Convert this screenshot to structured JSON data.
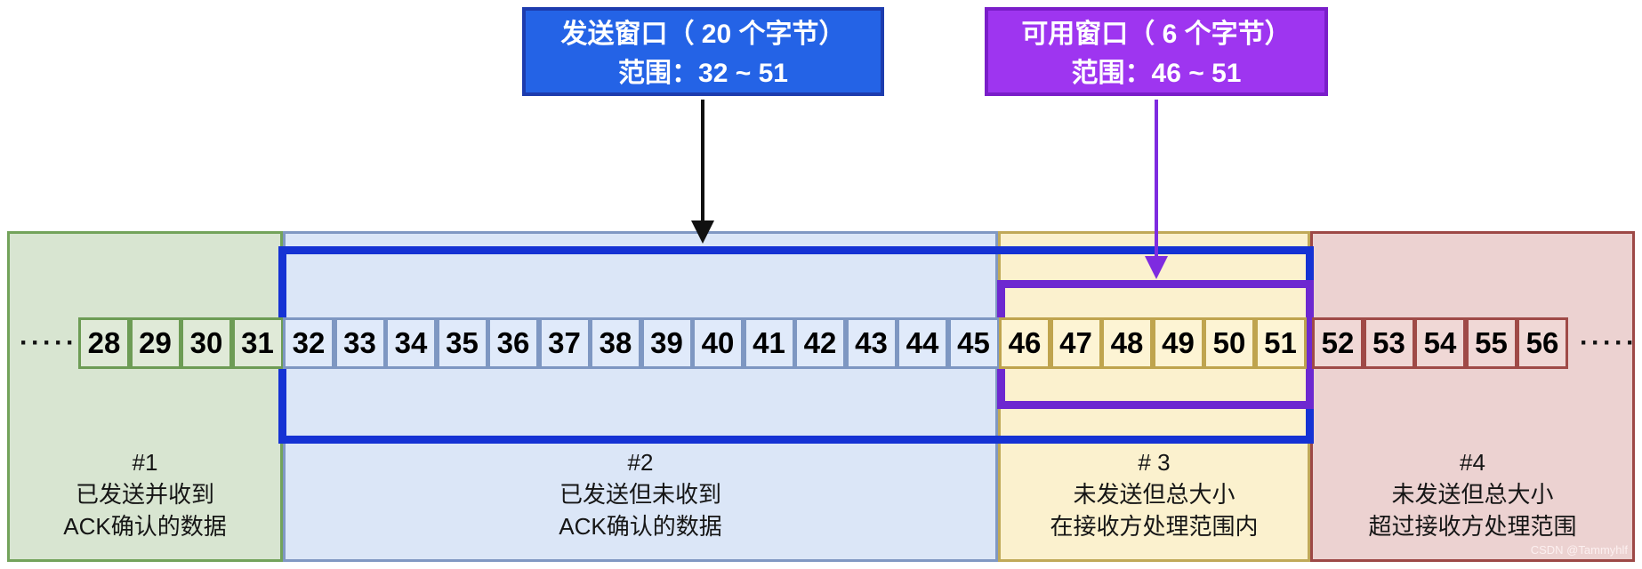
{
  "send_window_label": {
    "line1": "发送窗口（ 20 个字节）",
    "line2": "范围：32 ~ 51"
  },
  "usable_window_label": {
    "line1": "可用窗口（ 6 个字节）",
    "line2": "范围：46 ~ 51"
  },
  "ellipsis_left": "·····",
  "ellipsis_right": "·····",
  "watermark": "CSDN @Tammyhlf",
  "segments": [
    {
      "name": "acked",
      "tag": "#1",
      "desc_lines": [
        "已发送并收到",
        "ACK确认的数据"
      ],
      "cells": [
        28,
        29,
        30,
        31
      ],
      "bg": "#d8e5d1",
      "border": "#73a35b",
      "cell_bg": "#e0ead8",
      "cell_border": "#6d9c55"
    },
    {
      "name": "sent-unacked",
      "tag": "#2",
      "desc_lines": [
        "已发送但未收到",
        "ACK确认的数据"
      ],
      "cells": [
        32,
        33,
        34,
        35,
        36,
        37,
        38,
        39,
        40,
        41,
        42,
        43,
        44,
        45
      ],
      "bg": "#dbe6f7",
      "border": "#8098c3",
      "cell_bg": "#e0eafa",
      "cell_border": "#7e97c2"
    },
    {
      "name": "unsent-in-window",
      "tag": "# 3",
      "desc_lines": [
        "未发送但总大小",
        "在接收方处理范围内"
      ],
      "cells": [
        46,
        47,
        48,
        49,
        50,
        51
      ],
      "bg": "#fbf1ce",
      "border": "#c0a958",
      "cell_bg": "#fdf4d4",
      "cell_border": "#bfa44e"
    },
    {
      "name": "unsent-out-of-window",
      "tag": "#4",
      "desc_lines": [
        "未发送但总大小",
        "超过接收方处理范围"
      ],
      "cells": [
        52,
        53,
        54,
        55,
        56
      ],
      "bg": "#ecd2d1",
      "border": "#9d4846",
      "cell_bg": "#f0d8d6",
      "cell_border": "#9f4a47"
    }
  ],
  "colors": {
    "send_window_box": "#2463e6",
    "send_window_box_border": "#1d3cae",
    "usable_window_box": "#9e35f0",
    "usable_window_box_border": "#7a1ec9",
    "send_window_outline": "#1532d4",
    "usable_window_outline": "#6d28d0",
    "arrow_black": "#111111",
    "arrow_purple": "#7e2be0"
  }
}
